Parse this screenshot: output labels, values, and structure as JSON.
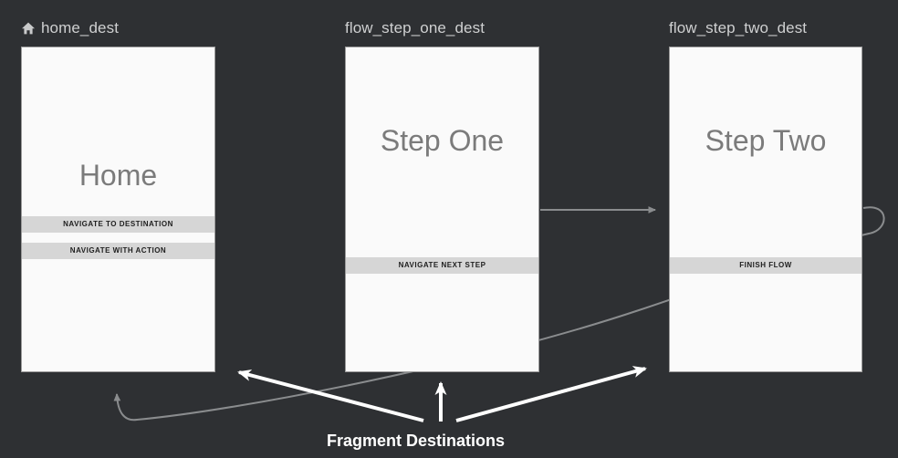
{
  "background_color": "#2e3033",
  "panel_bg": "#fafafa",
  "panel_border": "#9b9b9b",
  "title_color": "#7b7b7b",
  "button_bg": "#d6d6d6",
  "edge_color": "#8a8c8e",
  "annotation_color": "#ffffff",
  "destinations": [
    {
      "id": "home_dest",
      "label": "home_dest",
      "icon": "home-icon",
      "has_icon": true,
      "title": "Home",
      "buttons": [
        {
          "label": "NAVIGATE TO DESTINATION"
        },
        {
          "label": "NAVIGATE WITH ACTION"
        }
      ]
    },
    {
      "id": "flow_step_one_dest",
      "label": "flow_step_one_dest",
      "icon": "",
      "has_icon": false,
      "title": "Step One",
      "buttons": [
        {
          "label": "NAVIGATE NEXT STEP"
        }
      ]
    },
    {
      "id": "flow_step_two_dest",
      "label": "flow_step_two_dest",
      "icon": "",
      "has_icon": false,
      "title": "Step Two",
      "buttons": [
        {
          "label": "FINISH FLOW"
        }
      ]
    }
  ],
  "annotation": {
    "label": "Fragment Destinations",
    "arrow_count": 3
  }
}
